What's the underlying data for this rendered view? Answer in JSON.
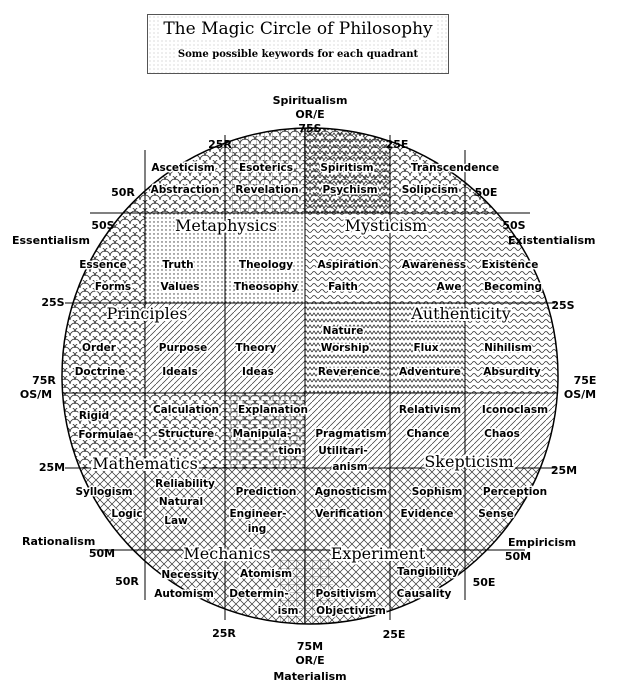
{
  "header": {
    "title": "The Magic Circle of Philosophy",
    "subtitle": "Some possible keywords for each quadrant"
  },
  "poles": {
    "top": [
      "Spiritualism",
      "OR/E",
      "75S"
    ],
    "bottom": [
      "75M",
      "OR/E",
      "Materialism"
    ],
    "left_upper": "Essentialism",
    "right_upper": "Existentialism",
    "left_lower": "Rationalism",
    "right_lower": "Empiricism",
    "left_mid": [
      "75R",
      "OS/M"
    ],
    "right_mid": [
      "75E",
      "OS/M"
    ]
  },
  "scale": {
    "top_left_r": "25R",
    "top_right_e": "25E",
    "upper_left_r": "50R",
    "upper_right_e": "50E",
    "s_left_50": "50S",
    "s_right_50": "50S",
    "s_left_25": "25S",
    "s_right_25": "25S",
    "m_left_25": "25M",
    "m_right_25": "25M",
    "m_left_50": "50M",
    "m_right_50": "50M",
    "lower_left_r": "50R",
    "lower_right_e": "50E",
    "bottom_left_r": "25R",
    "bottom_right_e": "25E"
  },
  "quadrants": {
    "metaphysics": "Metaphysics",
    "mysticism": "Mysticism",
    "principles": "Principles",
    "authenticity": "Authenticity",
    "mathematics": "Mathematics",
    "skepticism": "Skepticism",
    "mechanics": "Mechanics",
    "experiment": "Experiment"
  },
  "keywords": {
    "asceticism": "Asceticism",
    "esoterics": "Esoterics",
    "spiritism": "Spiritism",
    "transcendence": "Transcendence",
    "abstraction": "Abstraction",
    "revelation": "Revelation",
    "psychism": "Psychism",
    "solipcism": "Solipcism",
    "essence": "Essence",
    "truth": "Truth",
    "theology": "Theology",
    "aspiration": "Aspiration",
    "awareness": "Awareness",
    "existence": "Existence",
    "forms": "Forms",
    "values": "Values",
    "theosophy": "Theosophy",
    "faith": "Faith",
    "awe": "Awe",
    "becoming": "Becoming",
    "nature": "Nature",
    "worship": "Worship",
    "order": "Order",
    "purpose": "Purpose",
    "theory": "Theory",
    "flux": "Flux",
    "nihilism": "Nihilism",
    "doctrine": "Doctrine",
    "ideals": "Ideals",
    "ideas": "Ideas",
    "reverence": "Reverence",
    "adventure": "Adventure",
    "absurdity": "Absurdity",
    "rigid": "Rigid",
    "calculation": "Calculation",
    "explanation": "Explanation",
    "relativism": "Relativism",
    "iconoclasm": "Iconoclasm",
    "formulae": "Formulae",
    "structure": "Structure",
    "manipula": "Manipula-",
    "tion": "tion",
    "pragmatism": "Pragmatism",
    "utilitari": "Utilitari-",
    "anism": "anism",
    "chance": "Chance",
    "chaos": "Chaos",
    "syllogism": "Syllogism",
    "reliability": "Reliability",
    "natural": "Natural",
    "prediction": "Prediction",
    "agnosticism": "Agnosticism",
    "sophism": "Sophism",
    "perception": "Perception",
    "logic": "Logic",
    "law": "Law",
    "engineer": "Engineer-",
    "ing": "ing",
    "verification": "Verification",
    "evidence": "Evidence",
    "sense": "Sense",
    "necessity": "Necessity",
    "atomism": "Atomism",
    "tangibility": "Tangibility",
    "automism": "Automism",
    "determin": "Determin-",
    "ism": "ism",
    "positivism": "Positivism",
    "causality": "Causality",
    "objectivism": "Objectivism"
  }
}
